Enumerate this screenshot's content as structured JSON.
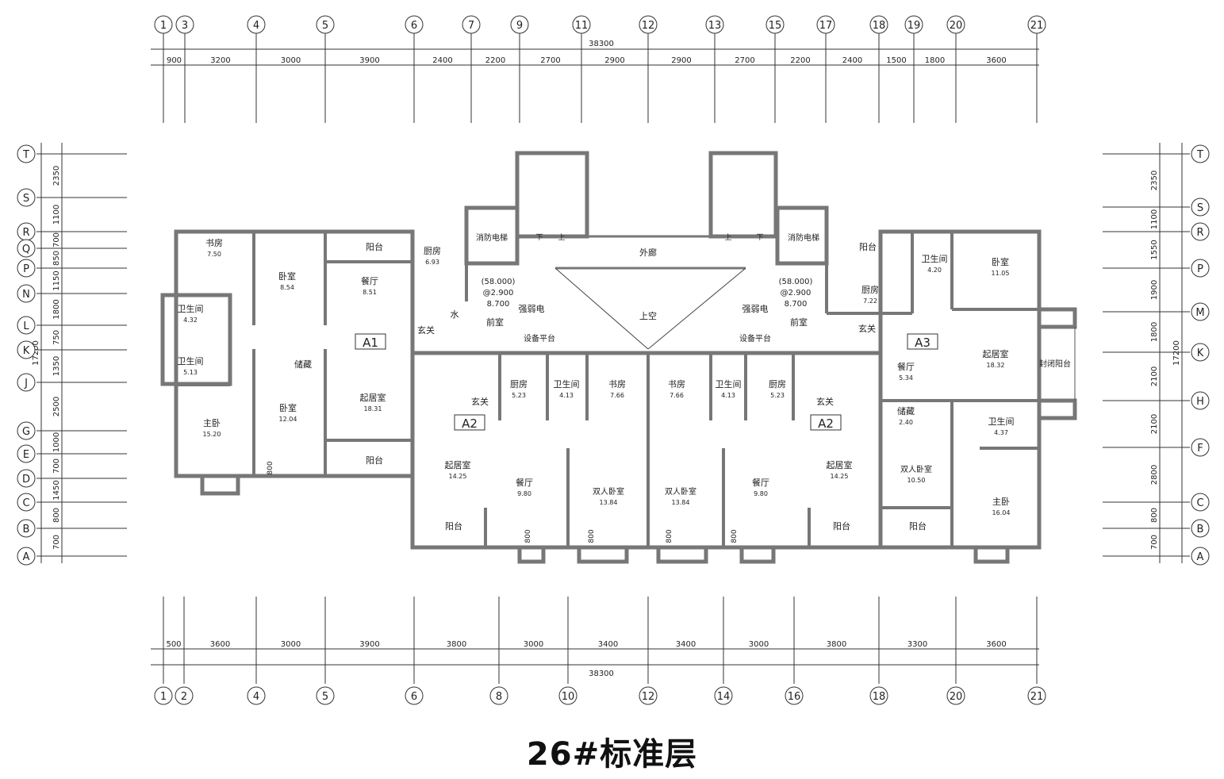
{
  "title": "26#标准层",
  "axes": {
    "top": [
      "1",
      "3",
      "4",
      "5",
      "6",
      "7",
      "9",
      "11",
      "12",
      "13",
      "15",
      "17",
      "18",
      "19",
      "20",
      "21"
    ],
    "top_dims": [
      "900",
      "3200",
      "3000",
      "3900",
      "2400",
      "2200",
      "2700",
      "2900",
      "2900",
      "2700",
      "2200",
      "2400",
      "1500",
      "1800",
      "3600"
    ],
    "top_total": "38300",
    "bottom": [
      "1",
      "2",
      "4",
      "5",
      "6",
      "8",
      "10",
      "12",
      "14",
      "16",
      "18",
      "20",
      "21"
    ],
    "bottom_dims": [
      "500",
      "3600",
      "3000",
      "3900",
      "3800",
      "3000",
      "3400",
      "3400",
      "3000",
      "3800",
      "3300",
      "3600"
    ],
    "bottom_total": "38300",
    "left": [
      "T",
      "S",
      "R",
      "Q",
      "P",
      "N",
      "L",
      "K",
      "J",
      "G",
      "E",
      "D",
      "C",
      "B",
      "A"
    ],
    "left_dims": [
      "2350",
      "1100",
      "700",
      "850",
      "1150",
      "1800",
      "750",
      "1350",
      "2500",
      "1000",
      "700",
      "1450",
      "800",
      "700"
    ],
    "left_total": "17200",
    "right": [
      "T",
      "S",
      "R",
      "P",
      "M",
      "K",
      "H",
      "F",
      "C",
      "B",
      "A"
    ],
    "right_dims": [
      "2350",
      "1100",
      "1550",
      "1900",
      "1800",
      "2100",
      "2100",
      "2800",
      "800",
      "700"
    ],
    "right_total": "17200"
  },
  "rooms": [
    {
      "name": "书房",
      "area": "7.50"
    },
    {
      "name": "卧室",
      "area": "8.54"
    },
    {
      "name": "餐厅",
      "area": "8.51"
    },
    {
      "name": "厨房",
      "area": "6.93"
    },
    {
      "name": "阳台",
      "area": ""
    },
    {
      "name": "卫生间",
      "area": "4.32"
    },
    {
      "name": "卫生间",
      "area": "5.13"
    },
    {
      "name": "储藏",
      "area": ""
    },
    {
      "name": "卧室",
      "area": "12.04"
    },
    {
      "name": "起居室",
      "area": "18.31"
    },
    {
      "name": "主卧",
      "area": "15.20"
    },
    {
      "name": "阳台",
      "area": ""
    },
    {
      "name": "玄关",
      "area": ""
    },
    {
      "name": "水",
      "area": ""
    },
    {
      "name": "前室",
      "area": ""
    },
    {
      "name": "消防电梯",
      "area": ""
    },
    {
      "name": "外廊",
      "area": ""
    },
    {
      "name": "上空",
      "area": ""
    },
    {
      "name": "强弱电",
      "area": ""
    },
    {
      "name": "设备平台",
      "area": ""
    },
    {
      "name": "厨房",
      "area": "5.23"
    },
    {
      "name": "卫生间",
      "area": "4.13"
    },
    {
      "name": "书房",
      "area": "7.66"
    },
    {
      "name": "书房",
      "area": "7.66"
    },
    {
      "name": "卫生间",
      "area": "4.13"
    },
    {
      "name": "厨房",
      "area": "5.23"
    },
    {
      "name": "玄关",
      "area": ""
    },
    {
      "name": "起居室",
      "area": "14.25"
    },
    {
      "name": "餐厅",
      "area": "9.80"
    },
    {
      "name": "双人卧室",
      "area": "13.84"
    },
    {
      "name": "双人卧室",
      "area": "13.84"
    },
    {
      "name": "餐厅",
      "area": "9.80"
    },
    {
      "name": "起居室",
      "area": "14.25"
    },
    {
      "name": "玄关",
      "area": ""
    },
    {
      "name": "阳台",
      "area": ""
    },
    {
      "name": "阳台",
      "area": ""
    },
    {
      "name": "阳台",
      "area": ""
    },
    {
      "name": "强弱电",
      "area": ""
    },
    {
      "name": "设备平台",
      "area": ""
    },
    {
      "name": "前室",
      "area": ""
    },
    {
      "name": "消防电梯",
      "area": ""
    },
    {
      "name": "阳台",
      "area": ""
    },
    {
      "name": "厨房",
      "area": "7.22"
    },
    {
      "name": "卫生间",
      "area": "4.20"
    },
    {
      "name": "卧室",
      "area": "11.05"
    },
    {
      "name": "玄关",
      "area": ""
    },
    {
      "name": "餐厅",
      "area": "5.34"
    },
    {
      "name": "起居室",
      "area": "18.32"
    },
    {
      "name": "封闭阳台",
      "area": ""
    },
    {
      "name": "储藏",
      "area": "2.40"
    },
    {
      "name": "卫生间",
      "area": "4.37"
    },
    {
      "name": "双人卧室",
      "area": "10.50"
    },
    {
      "name": "主卧",
      "area": "16.04"
    }
  ],
  "unit_tags": [
    "A1",
    "A2",
    "A2",
    "A3"
  ],
  "elevation_notes": [
    [
      "(58.000)",
      "@2.900",
      "8.700"
    ],
    [
      "(58.000)",
      "@2.900",
      "8.700"
    ]
  ],
  "stair_marks": [
    "下",
    "上",
    "上",
    "下"
  ],
  "window_dims": [
    "800",
    "800",
    "800",
    "800",
    "800"
  ]
}
